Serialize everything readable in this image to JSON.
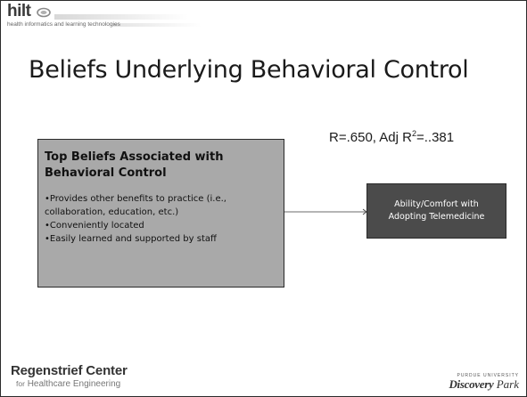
{
  "header": {
    "logo_word": "hilt",
    "logo_subtitle": "health informatics and learning technologies"
  },
  "slide": {
    "title": "Beliefs Underlying Behavioral Control"
  },
  "stats": {
    "r_text": "R=.650, Adj R",
    "superscript": "2",
    "adj_value": "=..381"
  },
  "diagram": {
    "beliefs_box": {
      "heading": "Top Beliefs Associated with Behavioral Control",
      "items": [
        "•Provides other benefits to practice (i.e., collaboration, education, etc.)",
        "•Conveniently located",
        "•Easily learned and supported by staff"
      ],
      "fill": "#a9a9a9"
    },
    "outcome_box": {
      "label": "Ability/Comfort with Adopting Telemedicine",
      "fill": "#4b4b4b",
      "text_color": "#ffffff"
    }
  },
  "footer": {
    "org_name": "Regenstrief Center",
    "org_for": "for",
    "org_sub": "Healthcare Engineering",
    "univ_label": "PURDUE UNIVERSITY",
    "park_bold": "Discovery",
    "park_italic": "Park"
  }
}
